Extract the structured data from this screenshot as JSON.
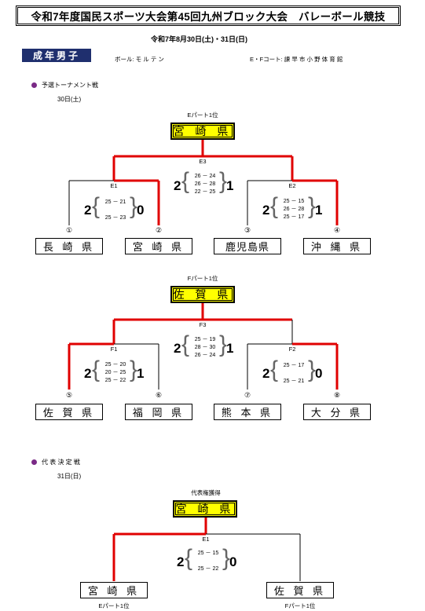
{
  "header": {
    "title": "令和7年度国民スポーツ大会第45回九州ブロック大会　バレーボール競技",
    "date": "令和7年8月30日(土)・31日(日)",
    "category": "成年男子",
    "ball": "ボール: モ ル テ ン",
    "court": "E・Fコート: 諫 早 市 小 野 体 育 館"
  },
  "prelim": {
    "heading": "予選トーナメント戦",
    "day": "30日(土)"
  },
  "finals": {
    "heading": "代 表 決 定 戦",
    "day": "31日(日)"
  },
  "bracketE": {
    "label": "Eパート1位",
    "winner": "宮 崎 県",
    "final": {
      "code": "E3",
      "left": "2",
      "right": "1",
      "sets": [
        "26 － 24",
        "26 － 28",
        "22 － 25"
      ]
    },
    "left_match": {
      "code": "E1",
      "left": "2",
      "right": "0",
      "sets": [
        "25 － 21",
        "25 － 23"
      ]
    },
    "right_match": {
      "code": "E2",
      "left": "2",
      "right": "1",
      "sets": [
        "25 － 15",
        "26 － 28",
        "25 － 17"
      ]
    },
    "teams": [
      {
        "num": "①",
        "name": "長 崎 県"
      },
      {
        "num": "②",
        "name": "宮 崎 県"
      },
      {
        "num": "③",
        "name": "鹿児島県"
      },
      {
        "num": "④",
        "name": "沖 縄 県"
      }
    ]
  },
  "bracketF": {
    "label": "Fパート1位",
    "winner": "佐 賀 県",
    "final": {
      "code": "F3",
      "left": "2",
      "right": "1",
      "sets": [
        "25 － 19",
        "28 － 30",
        "26 － 24"
      ]
    },
    "left_match": {
      "code": "F1",
      "left": "2",
      "right": "1",
      "sets": [
        "25 － 20",
        "20 － 25",
        "25 － 22"
      ]
    },
    "right_match": {
      "code": "F2",
      "left": "2",
      "right": "0",
      "sets": [
        "25 － 17",
        "25 － 21"
      ]
    },
    "teams": [
      {
        "num": "⑤",
        "name": "佐 賀 県"
      },
      {
        "num": "⑥",
        "name": "福 岡 県"
      },
      {
        "num": "⑦",
        "name": "熊 本 県"
      },
      {
        "num": "⑧",
        "name": "大 分 県"
      }
    ]
  },
  "final_bracket": {
    "label": "代表権獲得",
    "winner": "宮 崎 県",
    "match": {
      "code": "E1",
      "left": "2",
      "right": "0",
      "sets": [
        "25 － 15",
        "25 － 22"
      ]
    },
    "teams": [
      {
        "name": "宮 崎 県",
        "sub": "Eパート1位"
      },
      {
        "name": "佐 賀 県",
        "sub": "Fパート1位"
      }
    ]
  },
  "colors": {
    "win_line": "#e00000",
    "winner_fill": "#ffff00",
    "category_bg": "#1f2f6e",
    "bullet": "#7a2a86"
  }
}
